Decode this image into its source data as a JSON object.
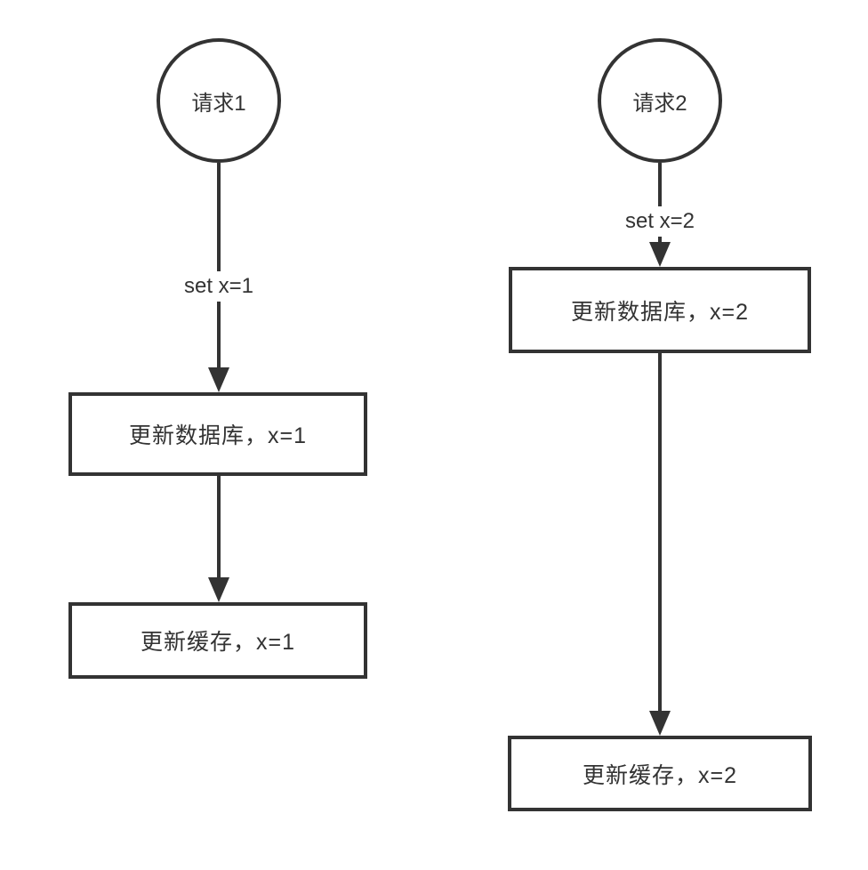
{
  "diagram": {
    "type": "flowchart",
    "background_color": "#ffffff",
    "stroke_color": "#333333",
    "text_color": "#333333",
    "flows": [
      {
        "id": "request-1",
        "start": {
          "shape": "circle",
          "label": "请求1"
        },
        "edge_label": "set x=1",
        "steps": [
          {
            "shape": "rectangle",
            "label": "更新数据库，x=1"
          },
          {
            "shape": "rectangle",
            "label": "更新缓存，x=1"
          }
        ]
      },
      {
        "id": "request-2",
        "start": {
          "shape": "circle",
          "label": "请求2"
        },
        "edge_label": "set x=2",
        "steps": [
          {
            "shape": "rectangle",
            "label": "更新数据库，x=2"
          },
          {
            "shape": "rectangle",
            "label": "更新缓存，x=2"
          }
        ]
      }
    ]
  }
}
